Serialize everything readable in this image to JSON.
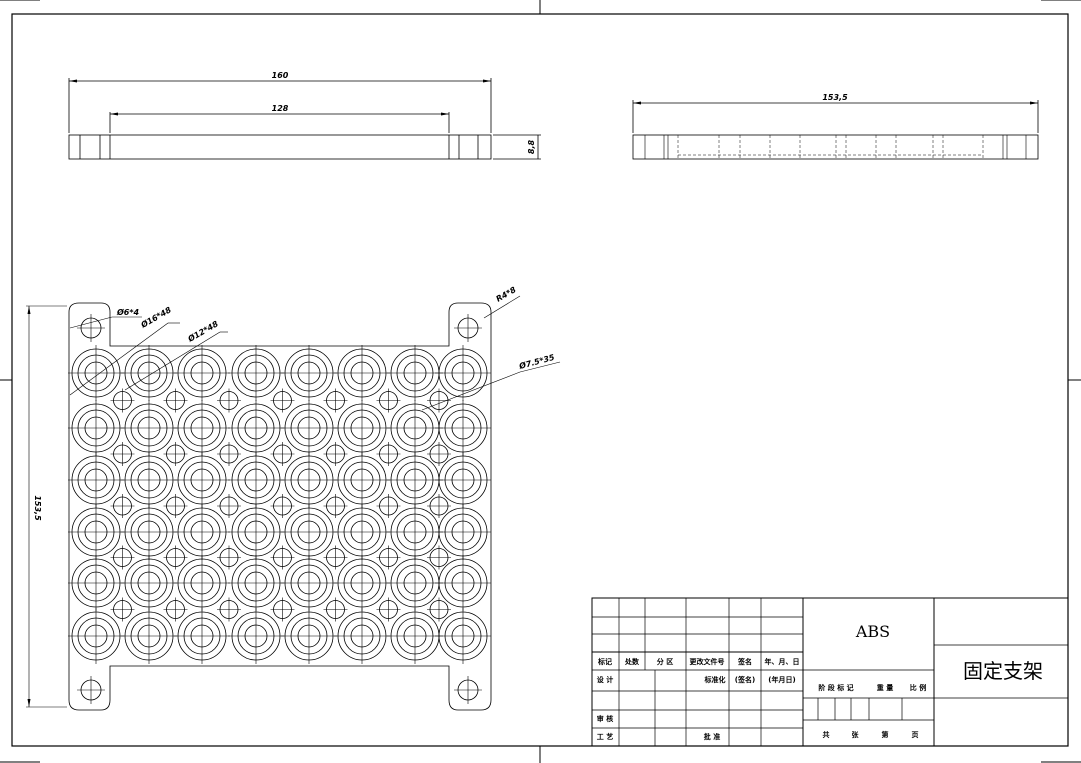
{
  "dimensions": {
    "top_overall_length": "160",
    "top_inner_length": "128",
    "top_thickness": "8,8",
    "side_length": "153,5",
    "plate_height": "153,5"
  },
  "callouts": {
    "corner_hole": "Ø6*4",
    "large_bore": "Ø16*48",
    "mid_bore": "Ø12*48",
    "corner_radius": "R4*8",
    "small_hole": "Ø7.5*35"
  },
  "title_block": {
    "material": "ABS",
    "part_name": "固定支架",
    "headers": {
      "mark": "标记",
      "count": "处数",
      "zone": "分 区",
      "change_doc": "更改文件号",
      "signature": "签名",
      "date": "年、月、日"
    },
    "roles": {
      "design": "设 计",
      "standardization": "标准化",
      "sign_placeholder": "(签名)",
      "date_placeholder": "(年月日)",
      "review": "审 核",
      "process": "工 艺",
      "approve": "批 准"
    },
    "stage": {
      "stage_mark": "阶 段 标 记",
      "weight": "重 量",
      "scale": "比 例"
    },
    "sheets": {
      "total": "共",
      "sheets": "张",
      "page_no": "第",
      "page": "页"
    }
  },
  "colors": {
    "line": "#000000",
    "background": "#ffffff"
  }
}
